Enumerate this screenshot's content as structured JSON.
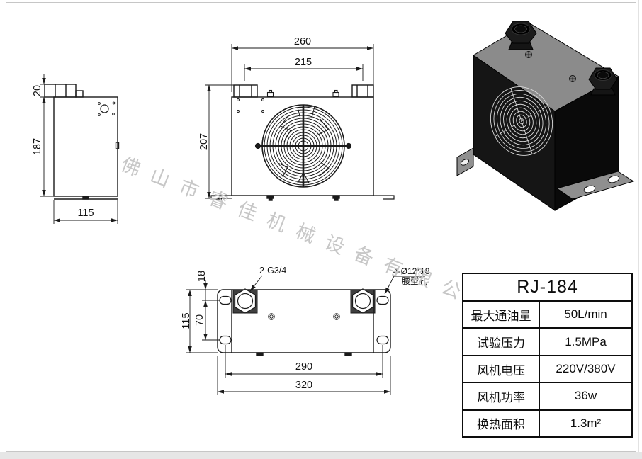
{
  "watermark": {
    "text": "佛山市睿佳机械设备有限公司"
  },
  "views": {
    "side": {
      "dim_fitting_height": "20",
      "dim_body_height": "187",
      "dim_width": "115"
    },
    "front": {
      "dim_overall_width": "260",
      "dim_port_spacing": "215",
      "dim_overall_height": "207"
    },
    "bottom": {
      "dim_edge_to_slot": "18",
      "dim_slot_spacing": "70",
      "dim_plate_width": "115",
      "dim_slot_span": "290",
      "dim_plate_length": "320",
      "label_ports": "2-G3/4",
      "label_slots": "4-Ø12*18",
      "label_slots_note": "腰型孔"
    }
  },
  "spec_table": {
    "title": "RJ-184",
    "rows": [
      {
        "label": "最大通油量",
        "value": "50L/min"
      },
      {
        "label": "试验压力",
        "value": "1.5MPa"
      },
      {
        "label": "风机电压",
        "value": "220V/380V"
      },
      {
        "label": "风机功率",
        "value": "36w"
      },
      {
        "label": "换热面积",
        "value": "1.3m²"
      }
    ]
  },
  "colors": {
    "line": "#1a1a1a",
    "watermark": "#c7c7c7",
    "iso_top": "#8b8b8b",
    "iso_front": "#151515",
    "iso_right": "#0a0a0a",
    "iso_foot": "#909090",
    "grille_wire": "#dcdcdc"
  }
}
